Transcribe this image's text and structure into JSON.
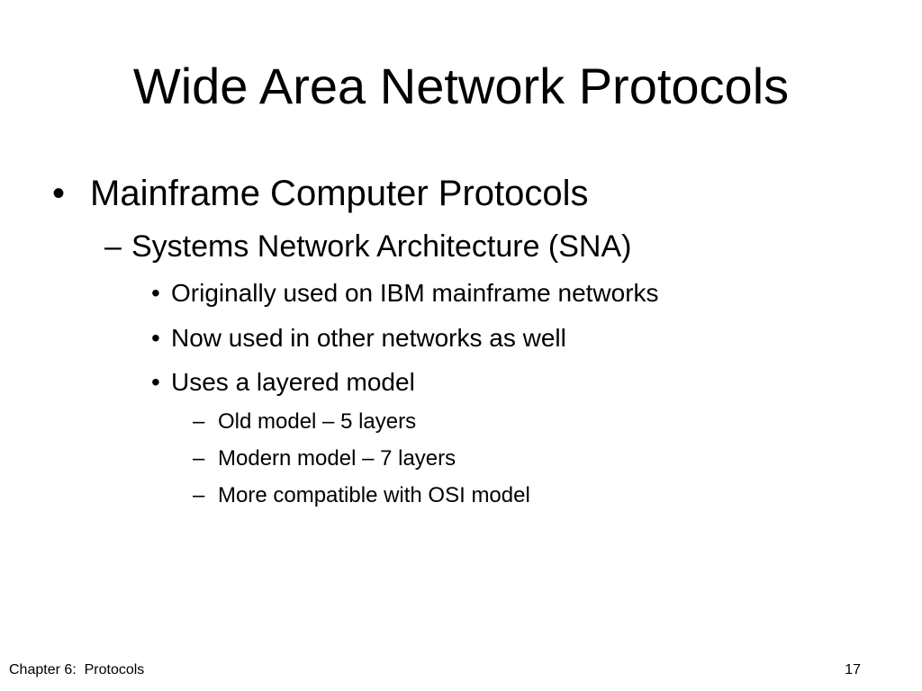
{
  "slide": {
    "title": "Wide Area Network Protocols",
    "bullets": [
      {
        "level": 1,
        "marker": "•",
        "text": "Mainframe Computer Protocols"
      },
      {
        "level": 2,
        "marker": "–",
        "text": "Systems Network Architecture (SNA)"
      },
      {
        "level": 3,
        "marker": "•",
        "text": "Originally used on IBM mainframe networks"
      },
      {
        "level": 3,
        "marker": "•",
        "text": "Now used in other networks as well"
      },
      {
        "level": 3,
        "marker": "•",
        "text": "Uses a layered model"
      },
      {
        "level": 4,
        "marker": "–",
        "text": "Old model – 5 layers"
      },
      {
        "level": 4,
        "marker": "–",
        "text": "Modern model – 7 layers"
      },
      {
        "level": 4,
        "marker": "–",
        "text": "More compatible with OSI model"
      }
    ]
  },
  "footer": {
    "left": "Chapter 6:  Protocols",
    "page_number": "17"
  }
}
